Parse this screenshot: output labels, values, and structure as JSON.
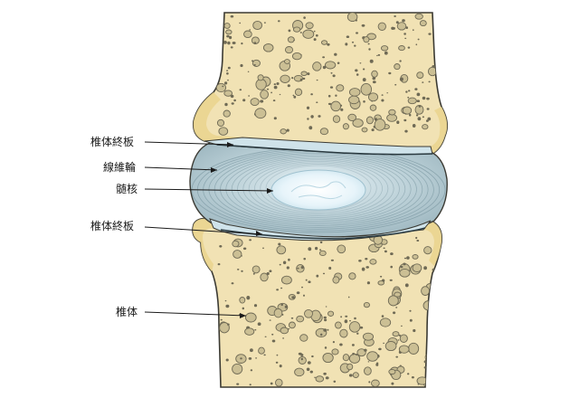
{
  "labels": {
    "upper_endplate": "椎体終板",
    "annulus": "線維輪",
    "nucleus": "髄核",
    "lower_endplate": "椎体終板",
    "vertebral_body": "椎体"
  },
  "colors": {
    "bone_fill": "#f1e2b4",
    "bone_cortex": "#ead58f",
    "bone_outline": "#3b3a33",
    "pores": "#6f6a55",
    "pore_fill": "#cbbf94",
    "annulus_fill": "#b9cfd6",
    "annulus_lines": "#7d99a3",
    "endplate_fill": "#cfe3ea",
    "nucleus_fill": "#eef7fb",
    "label_text": "#1a1a1a",
    "leader": "#1a1a1a"
  }
}
